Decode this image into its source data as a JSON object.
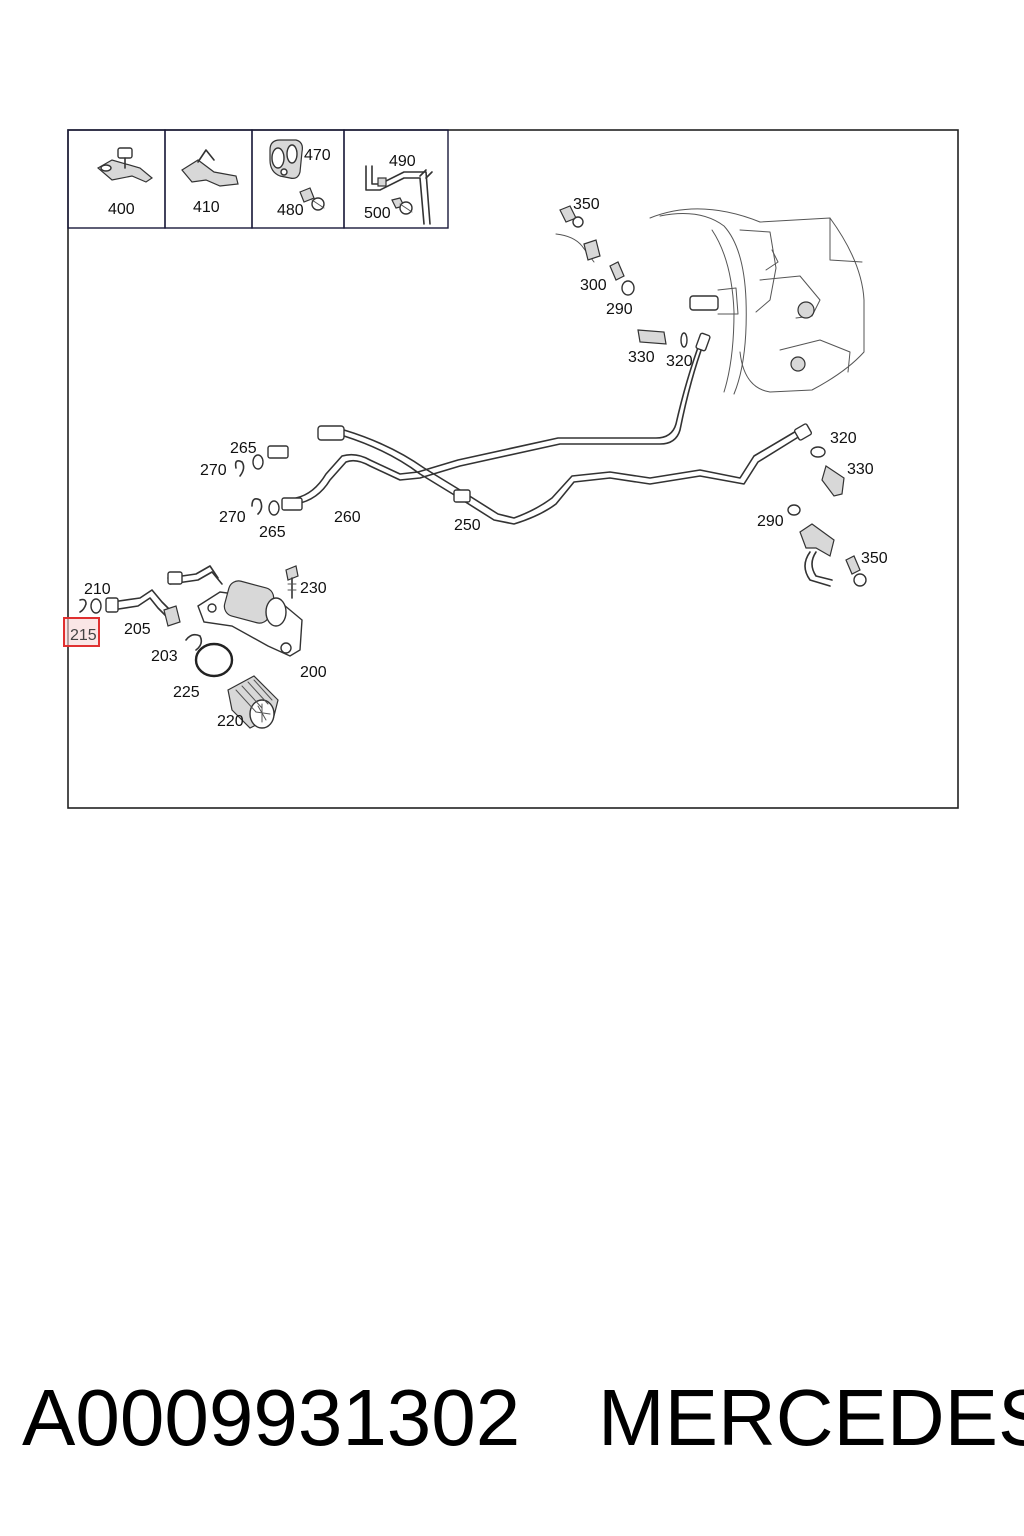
{
  "callouts": {
    "c400": "400",
    "c410": "410",
    "c470": "470",
    "c480": "480",
    "c490": "490",
    "c500": "500",
    "c350a": "350",
    "c300": "300",
    "c290a": "290",
    "c330a": "330",
    "c320a": "320",
    "c265a": "265",
    "c270a": "270",
    "c270b": "270",
    "c265b": "265",
    "c260": "260",
    "c250": "250",
    "c320b": "320",
    "c330b": "330",
    "c290b": "290",
    "c350b": "350",
    "c210": "210",
    "c215": "215",
    "c205": "205",
    "c203": "203",
    "c230": "230",
    "c200": "200",
    "c225": "225",
    "c220": "220"
  },
  "highlight": {
    "callout": "215",
    "color": "#e03030"
  },
  "footer": {
    "part_number": "A0009931302",
    "brand": "MERCEDES"
  }
}
